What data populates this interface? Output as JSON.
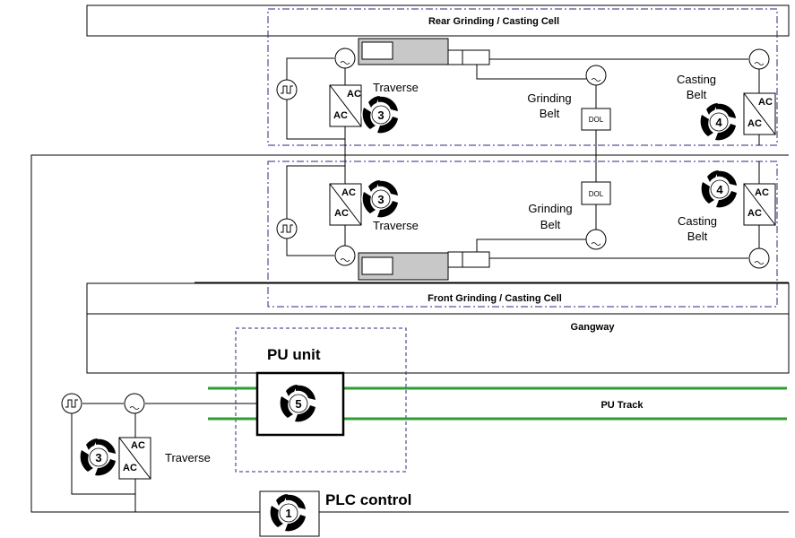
{
  "cells": {
    "rear": "Rear Grinding / Casting Cell",
    "front": "Front Grinding / Casting Cell",
    "gangway": "Gangway"
  },
  "labels": {
    "traverse": "Traverse",
    "grinding1": "Grinding",
    "grinding2": "Belt",
    "casting1": "Casting",
    "casting2": "Belt",
    "dol": "DOL",
    "ac": "AC",
    "pu_unit": "PU unit",
    "pu_track": "PU Track",
    "plc": "PLC control"
  },
  "badges": {
    "b1": "1",
    "b3": "3",
    "b4": "4",
    "b5": "5"
  },
  "icons": {
    "controller_badge": "turbine-badge-icon",
    "motor": "ac-motor-icon",
    "drive": "ac-ac-drive-icon",
    "encoder": "pulse-encoder-icon"
  },
  "colors": {
    "track": "#2e9e2e",
    "carriage": "#c8c8c8",
    "cell_border": "#2a2a80"
  }
}
